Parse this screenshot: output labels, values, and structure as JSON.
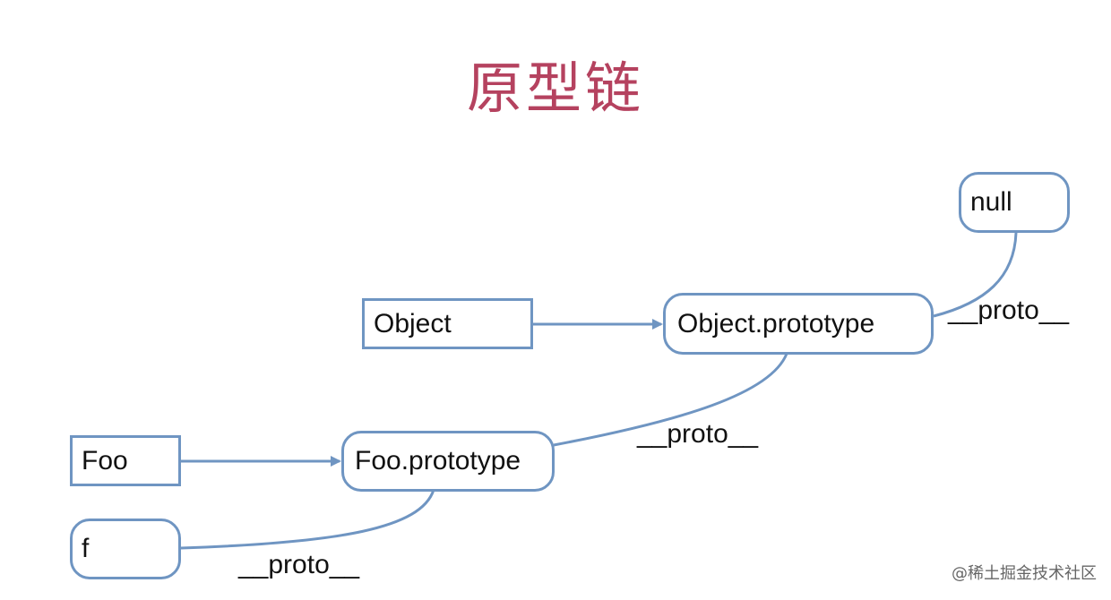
{
  "title": "原型链",
  "nodes": {
    "null": "null",
    "object": "Object",
    "object_prototype": "Object.prototype",
    "foo": "Foo",
    "foo_prototype": "Foo.prototype",
    "f": "f"
  },
  "edge_labels": {
    "object_prototype_to_null": "__proto__",
    "foo_prototype_to_object_prototype": "__proto__",
    "f_to_foo_prototype": "__proto__"
  },
  "colors": {
    "title": "#b5425f",
    "line": "#6f95c2"
  },
  "watermark": "@稀土掘金技术社区"
}
